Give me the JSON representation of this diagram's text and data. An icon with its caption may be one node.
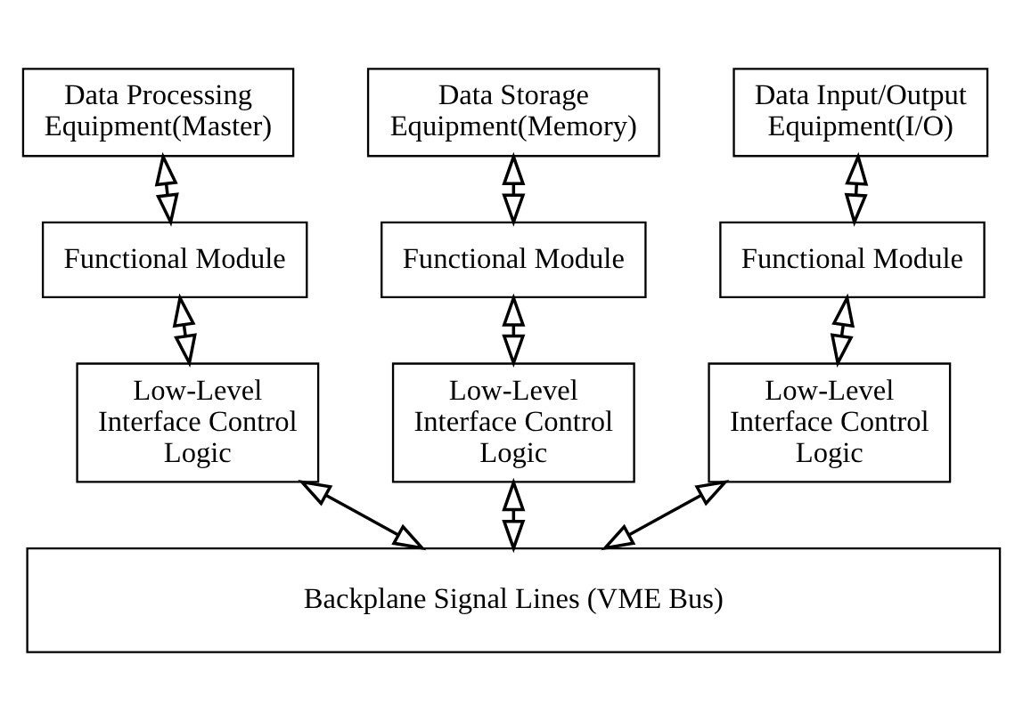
{
  "diagram": {
    "nodes": [
      {
        "text": [
          "Data Processing Equipment(Master)"
        ]
      },
      {
        "text": [
          "Data Storage Equipment(Memory)"
        ]
      },
      {
        "text": [
          "Data Input/Output Equipment(I/O)"
        ]
      },
      {
        "text": [
          "Functional Module"
        ]
      },
      {
        "text": [
          "Functional Module"
        ]
      },
      {
        "text": [
          "Functional Module"
        ]
      },
      {
        "text": [
          "Low-Level Interface Control Logic"
        ]
      },
      {
        "text": [
          "Low-Level Interface Control Logic"
        ]
      },
      {
        "text": [
          "Low-Level Interface Control Logic"
        ]
      },
      {
        "text": [
          "Backplane Signal Lines (VME Bus)"
        ]
      }
    ],
    "edges": [
      {
        "from": 0,
        "to": 3,
        "arrow": "both"
      },
      {
        "from": 1,
        "to": 4,
        "arrow": "both"
      },
      {
        "from": 2,
        "to": 5,
        "arrow": "both"
      },
      {
        "from": 3,
        "to": 6,
        "arrow": "both"
      },
      {
        "from": 4,
        "to": 7,
        "arrow": "both"
      },
      {
        "from": 5,
        "to": 8,
        "arrow": "both"
      },
      {
        "from": 6,
        "to": 9,
        "arrow": "both"
      },
      {
        "from": 7,
        "to": 9,
        "arrow": "both"
      },
      {
        "from": 8,
        "to": 9,
        "arrow": "both"
      }
    ]
  }
}
